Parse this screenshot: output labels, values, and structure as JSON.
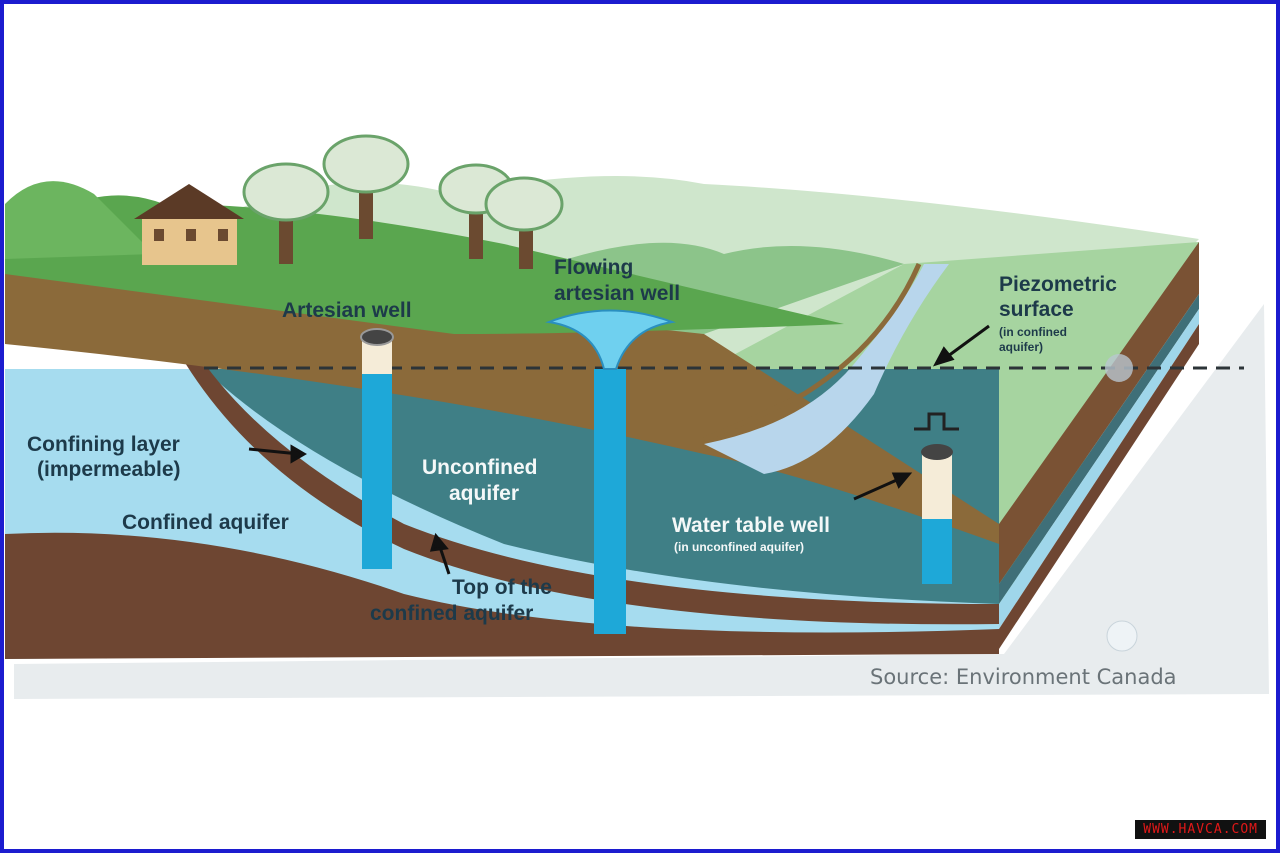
{
  "labels": {
    "artesian_well": "Artesian well",
    "flowing_1": "Flowing",
    "flowing_2": "artesian well",
    "piezo_1": "Piezometric",
    "piezo_2": "surface",
    "piezo_3": "(in confined",
    "piezo_4": "aquifer)",
    "confining_1": "Confining layer",
    "confining_2": "(impermeable)",
    "unconfined_1": "Unconfined",
    "unconfined_2": "aquifer",
    "confined_aquifer": "Confined aquifer",
    "water_table_1": "Water table well",
    "water_table_2": "(in unconfined aquifer)",
    "top_1": "Top of the",
    "top_2": "confined aquifer"
  },
  "source": "Source: Environment Canada",
  "watermark": "WWW.HAVCA.COM",
  "colors": {
    "border": "#1c1ccf",
    "grass": "#5aa64f",
    "water": "#9fd6ea",
    "brown": "#6e4632",
    "teal": "#3f7f86"
  }
}
